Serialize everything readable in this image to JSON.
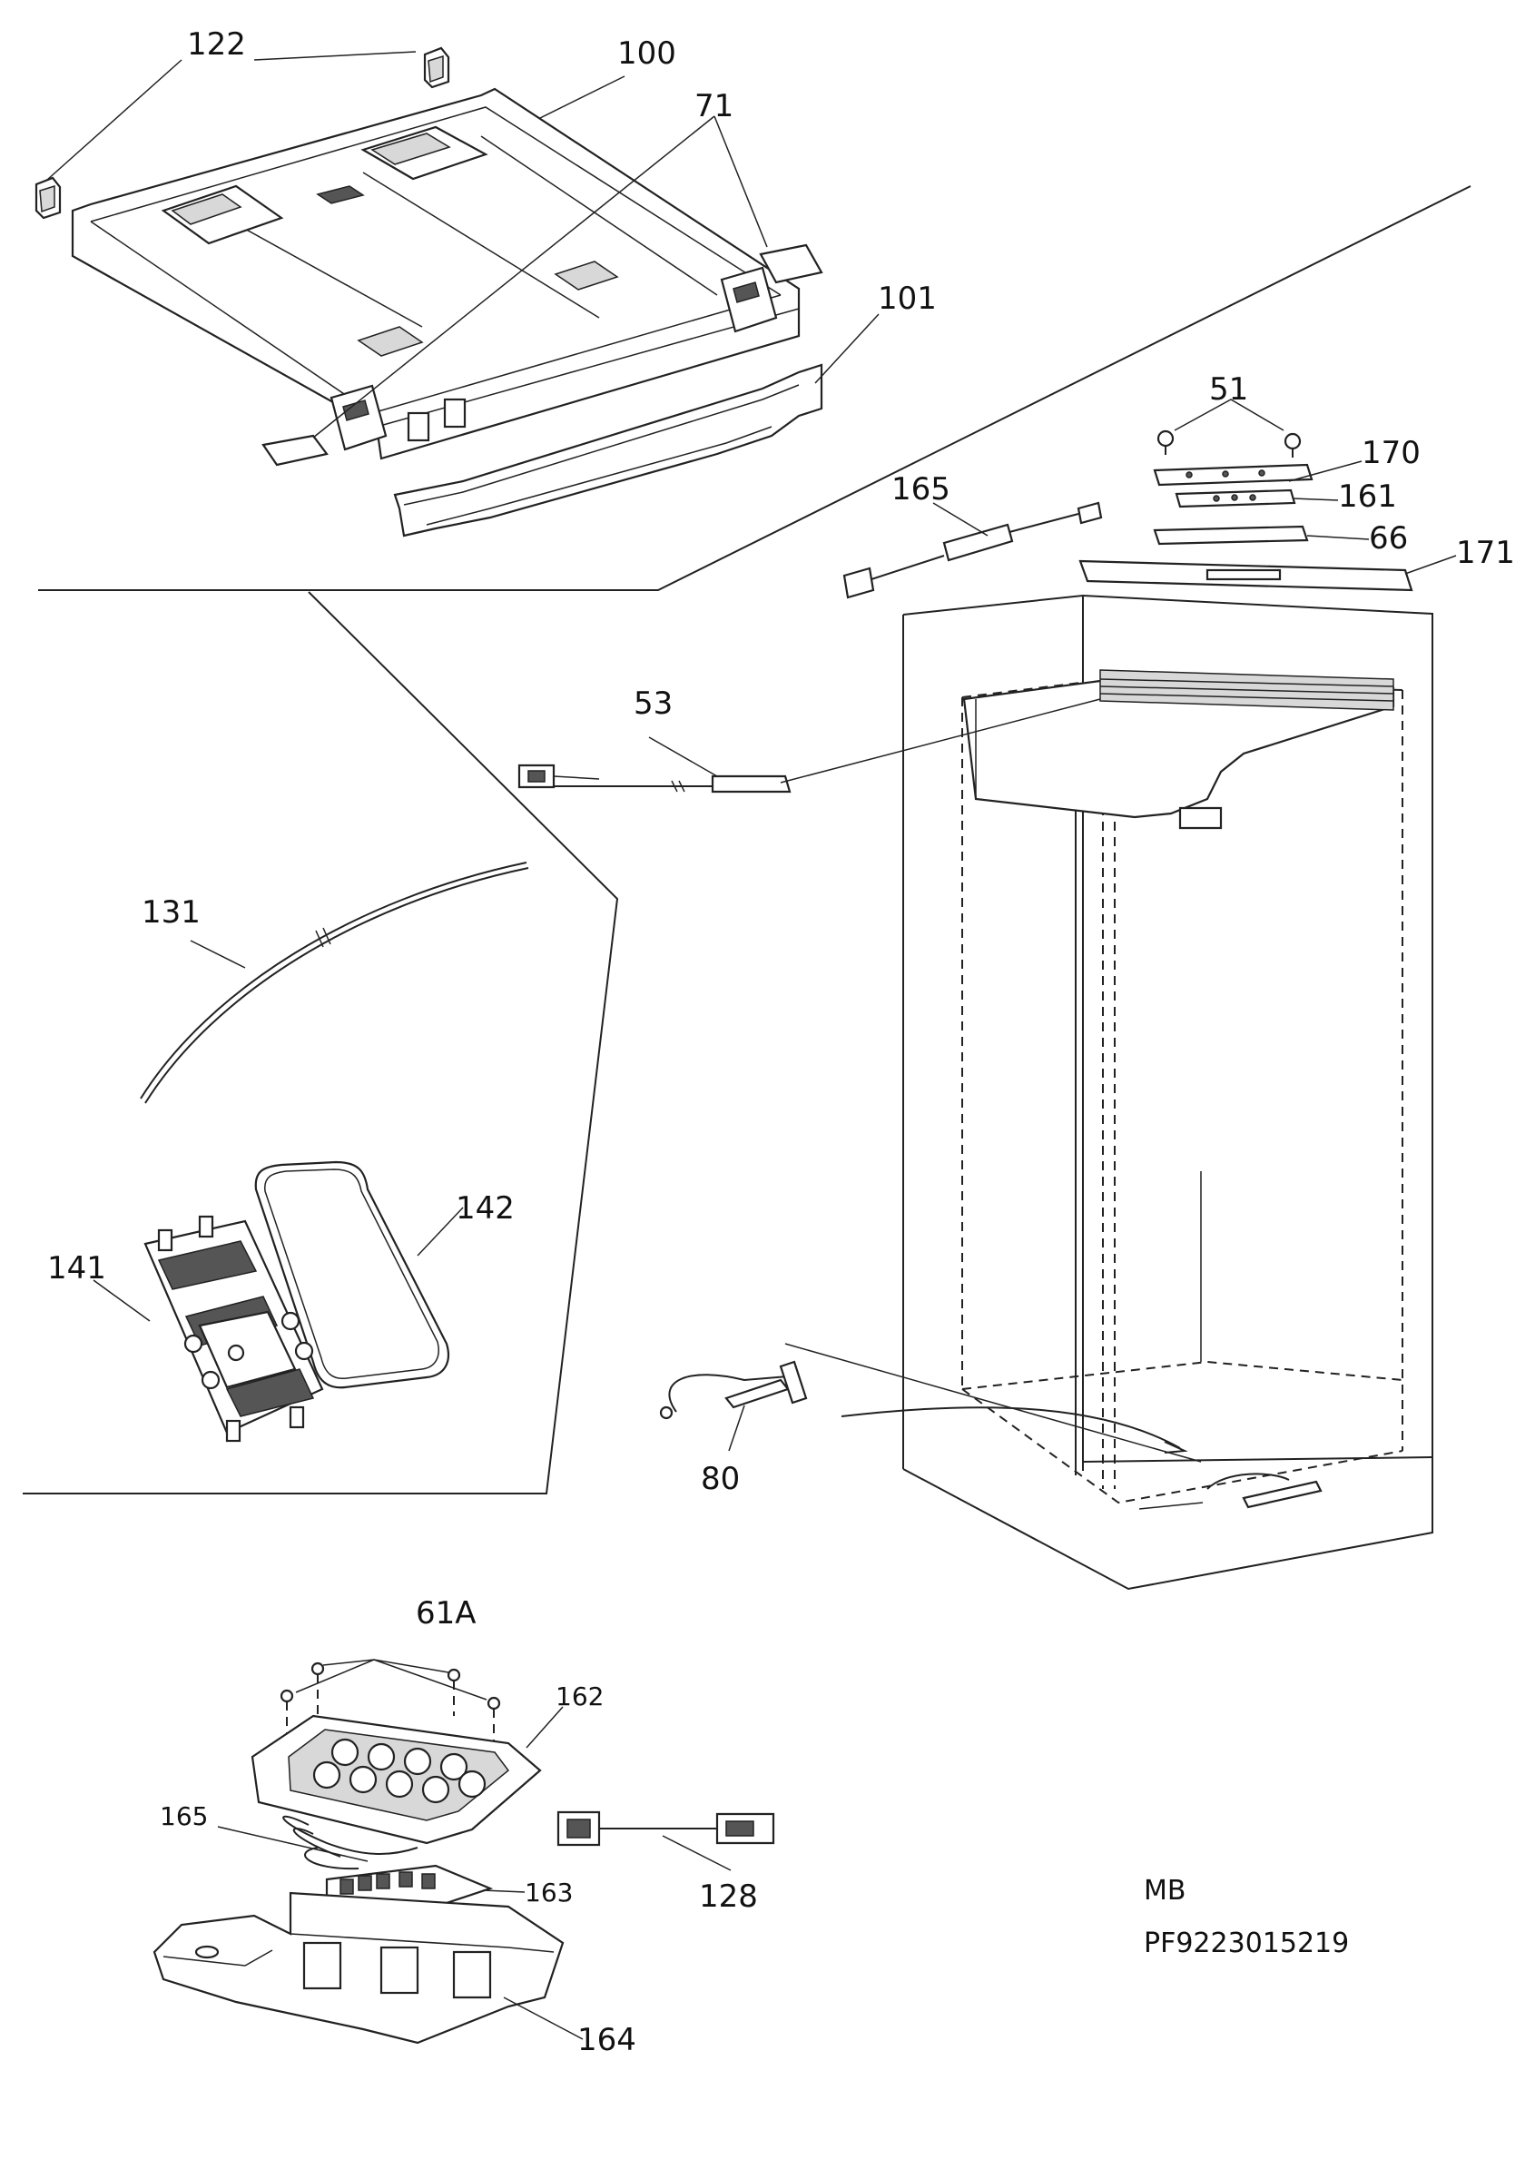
{
  "callouts": {
    "c122": "122",
    "c100": "100",
    "c71": "71",
    "c101": "101",
    "c51": "51",
    "c170": "170",
    "c161": "161",
    "c66": "66",
    "c171": "171",
    "c165a": "165",
    "c53": "53",
    "c131": "131",
    "c142": "142",
    "c141": "141",
    "c80": "80",
    "c61a": "61A",
    "c162": "162",
    "c165b": "165",
    "c163": "163",
    "c128": "128",
    "c164": "164"
  },
  "reference": {
    "model_code": "MB",
    "part_number": "PF9223015219"
  }
}
